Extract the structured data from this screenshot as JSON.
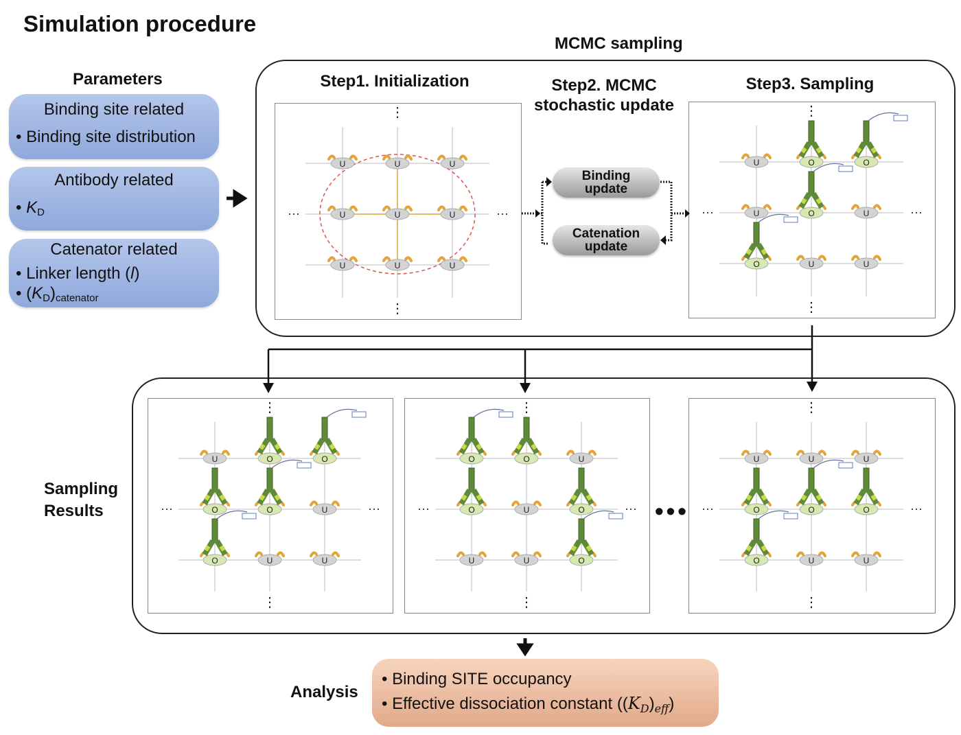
{
  "title": "Simulation procedure",
  "parameters": {
    "heading": "Parameters",
    "binding_site": {
      "header": "Binding site related",
      "bullet": "•",
      "item1": "Binding site distribution"
    },
    "antibody": {
      "header": "Antibody related",
      "bullet": "•",
      "kd_main": "K",
      "kd_sub": "D"
    },
    "catenator": {
      "header": "Catenator related",
      "bullet": "•",
      "item1": "Linker length (",
      "item1_var": "l",
      "item1_end": ")",
      "item2_open": "(",
      "item2_k": "K",
      "item2_sub": "D",
      "item2_close": ")",
      "item2_tail": "catenator"
    }
  },
  "mcmc": {
    "title": "MCMC sampling",
    "step1": "Step1. Initialization",
    "step2_line1": "Step2. MCMC",
    "step2_line2": "stochastic update",
    "step3": "Step3. Sampling",
    "binding_update": [
      "Binding",
      "update"
    ],
    "catenation_update": [
      "Catenation",
      "update"
    ]
  },
  "sampling_results": {
    "line1": "Sampling",
    "line2": "Results",
    "ellipsis": "•••"
  },
  "analysis": {
    "label": "Analysis",
    "bullet": "•",
    "item1": "Binding SITE occupancy",
    "item2": "Effective dissociation constant ((",
    "item2_k": "K",
    "item2_sub": "D",
    "item2_mid": ")",
    "item2_eff": "eff",
    "item2_end": ")"
  },
  "lattice": {
    "site_unbound": "U",
    "site_occupied": "O",
    "ellipsis": "···"
  },
  "panels": {
    "step1": [
      [
        "U",
        "U",
        "U"
      ],
      [
        "U",
        "U",
        "U"
      ],
      [
        "U",
        "U",
        "U"
      ]
    ],
    "step3": [
      [
        "U",
        "O",
        "O"
      ],
      [
        "U",
        "O",
        "U"
      ],
      [
        "O",
        "U",
        "U"
      ]
    ],
    "result1": [
      [
        "U",
        "O",
        "O"
      ],
      [
        "O",
        "O",
        "U"
      ],
      [
        "O",
        "U",
        "U"
      ]
    ],
    "result2": [
      [
        "O",
        "O",
        "U"
      ],
      [
        "O",
        "U",
        "O"
      ],
      [
        "U",
        "U",
        "O"
      ]
    ],
    "result3": [
      [
        "U",
        "U",
        "U"
      ],
      [
        "O",
        "O",
        "O"
      ],
      [
        "O",
        "U",
        "U"
      ]
    ]
  },
  "colors": {
    "param_box": "#9fb5e3",
    "analysis_box": "#ecbc9c",
    "antibody": "#5f8a3a",
    "antibody_bar": "#c8d94a",
    "site_cup": "#e3a43a",
    "site_disk_unbound": "#d3d3d3",
    "site_disk_occupied": "#d7e8b0",
    "init_circle": "#d9534f"
  }
}
